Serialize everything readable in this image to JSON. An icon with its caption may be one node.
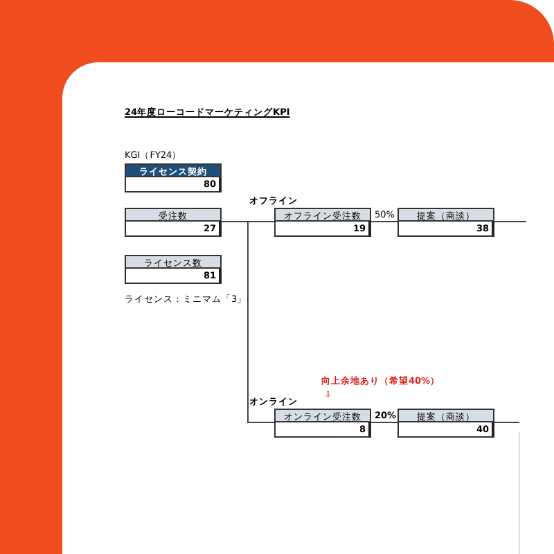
{
  "diagram": {
    "title": "24年度ローコードマーケティングKPI",
    "nodes": [
      {
        "text": [
          "ライセンス契約",
          "80"
        ]
      },
      {
        "text": [
          "受注数",
          "27"
        ]
      },
      {
        "text": [
          "ライセンス数",
          "81"
        ]
      },
      {
        "text": [
          "オフライン受注数",
          "19"
        ]
      },
      {
        "text": [
          "提案（商談）",
          "38"
        ]
      },
      {
        "text": [
          "オンライン受注数",
          "8"
        ]
      },
      {
        "text": [
          "提案（商談）",
          "40"
        ]
      }
    ],
    "edges": [
      {
        "from": 1,
        "to": 3,
        "arrow": "none"
      },
      {
        "from": 3,
        "to": 4,
        "arrow": "none",
        "label": "50%"
      },
      {
        "from": 4,
        "to": null,
        "arrow": "none"
      },
      {
        "from": 1,
        "to": 5,
        "arrow": "none"
      },
      {
        "from": 5,
        "to": 6,
        "arrow": "none",
        "label": "20%"
      },
      {
        "from": 6,
        "to": null,
        "arrow": "none"
      }
    ],
    "labels": [
      "KGI（FY24）",
      "オフライン",
      "ライセンス：ミニマム「3」",
      "向上余地あり（希望40%）",
      "⇩",
      "オンライン"
    ]
  }
}
